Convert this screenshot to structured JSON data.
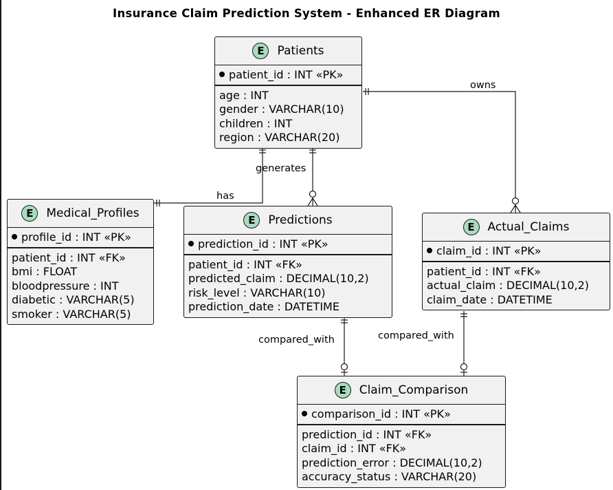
{
  "diagram": {
    "title": "Insurance Claim Prediction System - Enhanced ER Diagram",
    "entity_badge": "E",
    "entities": {
      "patients": {
        "name": "Patients",
        "pk": "patient_id : INT «PK»",
        "attributes": [
          "age : INT",
          "gender : VARCHAR(10)",
          "children : INT",
          "region : VARCHAR(20)"
        ]
      },
      "medical_profiles": {
        "name": "Medical_Profiles",
        "pk": "profile_id : INT «PK»",
        "attributes": [
          "patient_id : INT «FK»",
          "bmi : FLOAT",
          "bloodpressure : INT",
          "diabetic : VARCHAR(5)",
          "smoker : VARCHAR(5)"
        ]
      },
      "predictions": {
        "name": "Predictions",
        "pk": "prediction_id : INT «PK»",
        "attributes": [
          "patient_id : INT «FK»",
          "predicted_claim : DECIMAL(10,2)",
          "risk_level : VARCHAR(10)",
          "prediction_date : DATETIME"
        ]
      },
      "actual_claims": {
        "name": "Actual_Claims",
        "pk": "claim_id : INT «PK»",
        "attributes": [
          "patient_id : INT «FK»",
          "actual_claim : DECIMAL(10,2)",
          "claim_date : DATETIME"
        ]
      },
      "claim_comparison": {
        "name": "Claim_Comparison",
        "pk": "comparison_id : INT «PK»",
        "attributes": [
          "prediction_id : INT «FK»",
          "claim_id : INT «FK»",
          "prediction_error : DECIMAL(10,2)",
          "accuracy_status : VARCHAR(20)"
        ]
      }
    },
    "relationships": [
      {
        "label": "owns",
        "from": "Patients",
        "to": "Actual_Claims",
        "from_cardinality": "exactly one",
        "to_cardinality": "zero or many"
      },
      {
        "label": "generates",
        "from": "Patients",
        "to": "Predictions",
        "from_cardinality": "exactly one",
        "to_cardinality": "zero or many"
      },
      {
        "label": "has",
        "from": "Patients",
        "to": "Medical_Profiles",
        "from_cardinality": "exactly one",
        "to_cardinality": "exactly one"
      },
      {
        "label": "compared_with",
        "from": "Predictions",
        "to": "Claim_Comparison",
        "from_cardinality": "exactly one",
        "to_cardinality": "zero or one"
      },
      {
        "label": "compared_with",
        "from": "Actual_Claims",
        "to": "Claim_Comparison",
        "from_cardinality": "exactly one",
        "to_cardinality": "zero or one"
      }
    ]
  }
}
